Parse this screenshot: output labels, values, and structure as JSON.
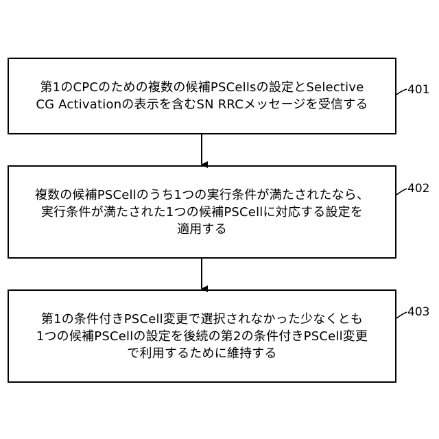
{
  "steps": [
    {
      "ref": "401",
      "lines": [
        "第1のCPCのための複数の候補PSCellsの設定とSelective",
        "CG Activationの表示を含むSN RRCメッセージを受信する"
      ]
    },
    {
      "ref": "402",
      "lines": [
        "複数の候補PSCellのうち1つの実行条件が満たされたなら、",
        "実行条件が満たされた1つの候補PSCellに対応する設定を",
        "適用する"
      ]
    },
    {
      "ref": "403",
      "lines": [
        "第1の条件付きPSCell変更で選択されなかった少なくとも",
        "1つの候補PSCellの設定を後続の第2の条件付きPSCell変更",
        "で利用するために維持する"
      ]
    }
  ]
}
